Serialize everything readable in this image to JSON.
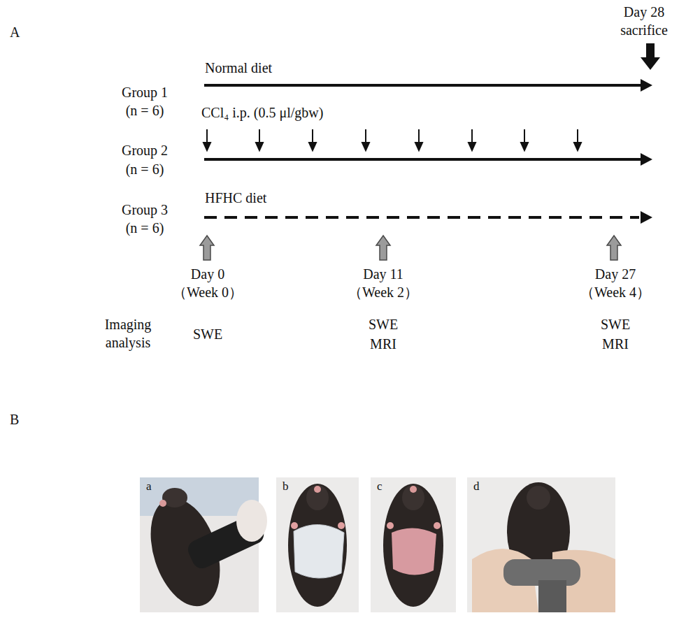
{
  "diagram": {
    "nodes": [
      {
        "text": [
          "a"
        ]
      },
      {
        "text": [
          "b"
        ]
      },
      {
        "text": [
          "c"
        ]
      },
      {
        "text": [
          "d"
        ]
      }
    ],
    "labels": [
      "A",
      "Day 28 sacrifice",
      "Group 1",
      "(n = 6)",
      "Normal diet",
      "CCl₄ i.p. (0.5 μl/gbw)",
      "Group 2",
      "(n = 6)",
      "HFHC diet",
      "Group 3",
      "(n = 6)",
      "Day 0",
      "（Week 0）",
      "Day 11",
      "（Week 2）",
      "Day 27",
      "（Week 4）",
      "Imaging analysis",
      "SWE",
      "SWE",
      "MRI",
      "SWE",
      "MRI",
      "B"
    ]
  }
}
